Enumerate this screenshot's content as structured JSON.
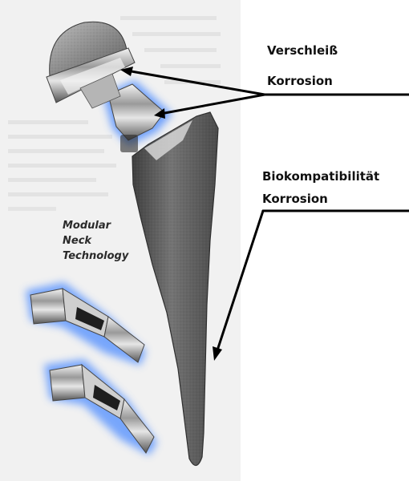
{
  "labels": {
    "wear": "Verschleiß",
    "corrosion_top": "Korrosion",
    "biocompatibility": "Biokompatibilität",
    "corrosion_bottom": "Korrosion"
  },
  "product_caption": {
    "line1": "Modular",
    "line2": "Neck",
    "line3": "Technology"
  },
  "colors": {
    "background": "#ffffff",
    "paper": "#eeeeee",
    "metal_dark": "#5a5a5a",
    "metal_light": "#d8d8d8",
    "glow": "#5b9cff",
    "arrow": "#000000"
  }
}
